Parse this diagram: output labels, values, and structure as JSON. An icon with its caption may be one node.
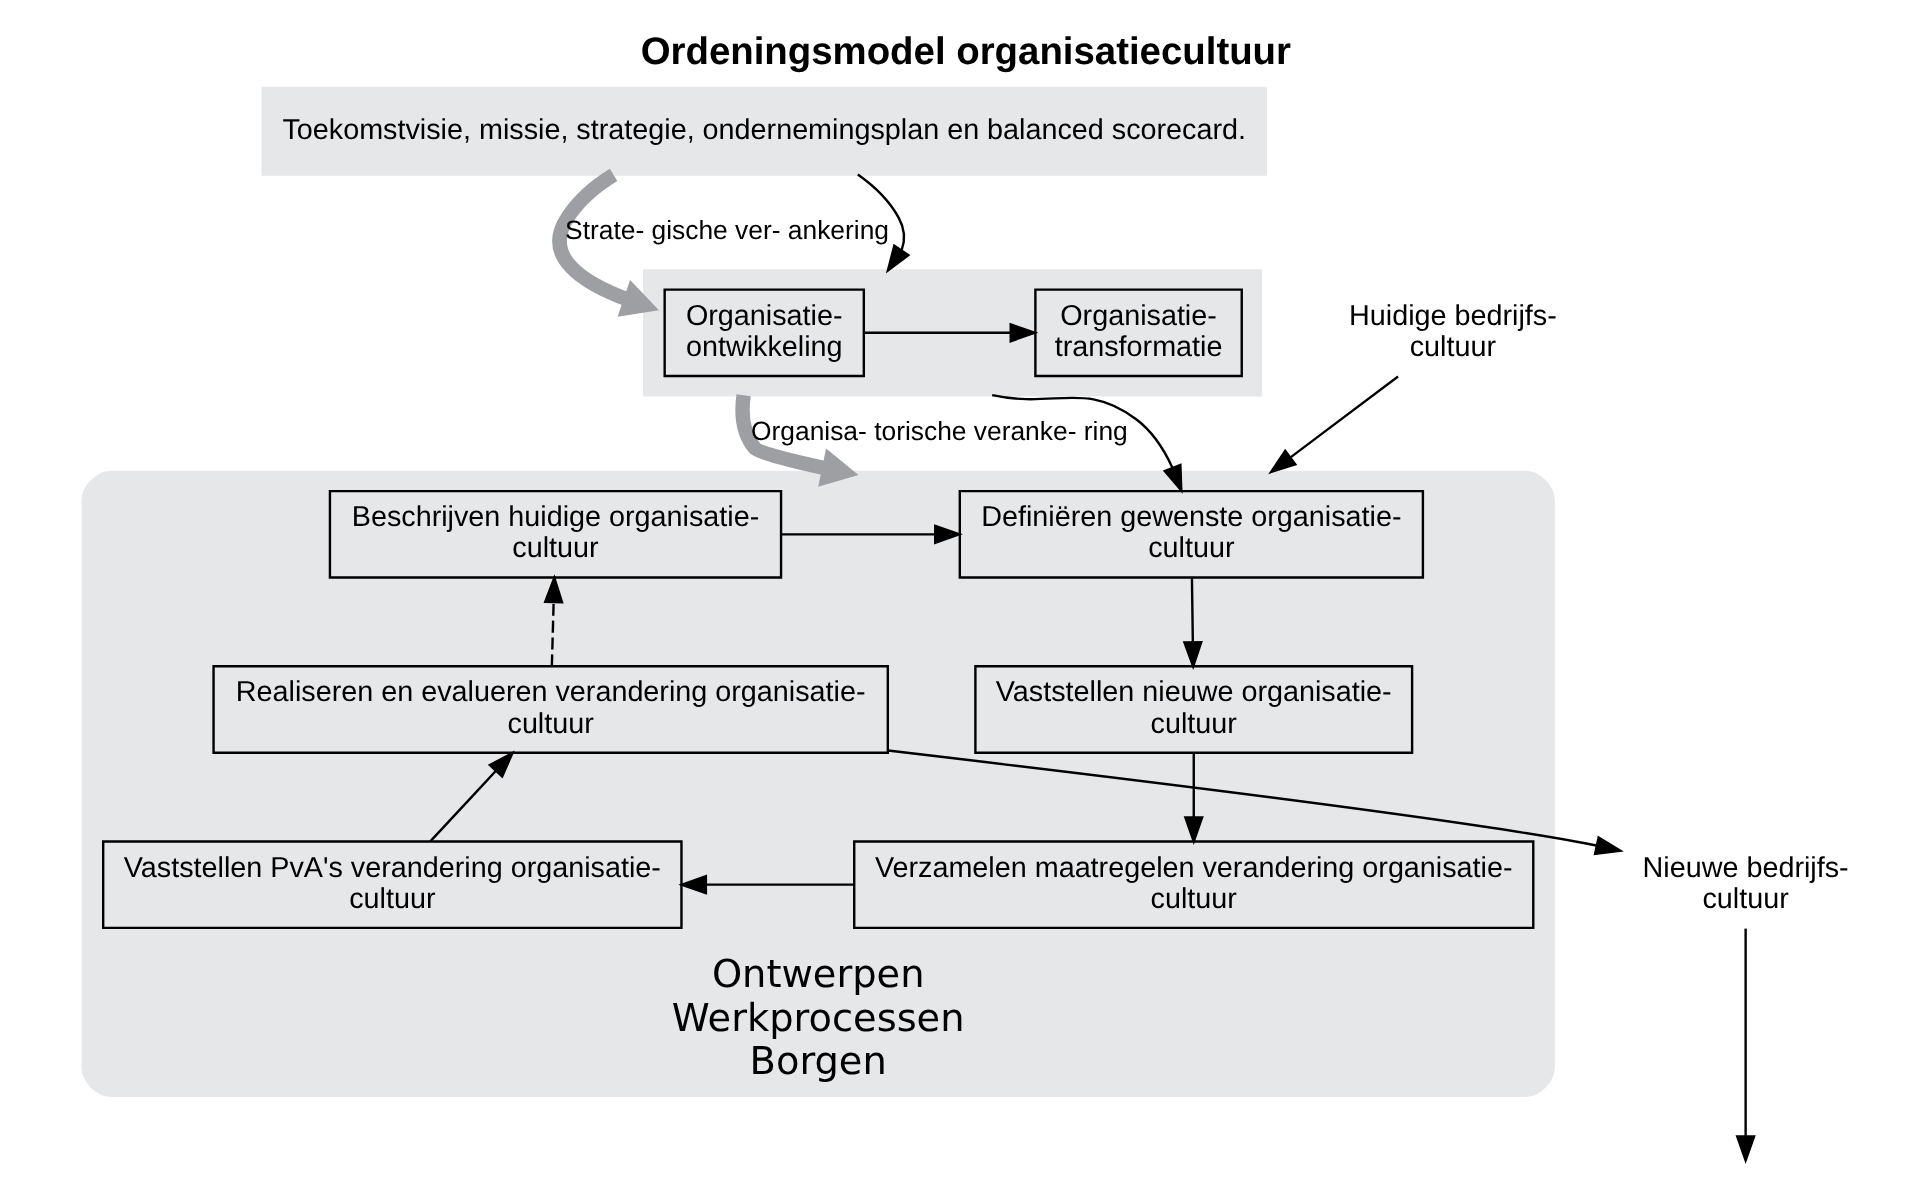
{
  "diagram": {
    "title": "Ordeningsmodel organisatiecultuur",
    "nodes": [
      {
        "text": [
          "Toekomstvisie, missie, strategie, ondernemingsplan en balanced scorecard."
        ]
      },
      {
        "text": [],
        "shape": "box"
      },
      {
        "text": [
          "Organisatie- ontwikkeling"
        ],
        "in": 1
      },
      {
        "text": [
          "Organisatie- transformatie"
        ],
        "in": 1
      },
      {
        "text": [
          "Ontwerpen",
          "Werkprocessen",
          "Borgen"
        ]
      },
      {
        "text": [
          "Definiëren gewenste organisatie- cultuur"
        ],
        "in": 4
      },
      {
        "text": [
          "Beschrijven huidige organisatie- cultuur"
        ],
        "in": 4
      },
      {
        "text": [
          "Vaststellen nieuwe organisatie- cultuur"
        ],
        "in": 4
      },
      {
        "text": [
          "Verzamelen maatregelen verandering organisatie- cultuur"
        ],
        "in": 4
      },
      {
        "text": [
          "Vaststellen PvA's verandering organisatie- cultuur"
        ],
        "in": 4
      },
      {
        "text": [
          "Realiseren en evalueren verandering organisatie- cultuur"
        ],
        "in": 4
      },
      {
        "text": [
          "Huidige bedrijfs- cultuur"
        ]
      },
      {
        "text": [
          "Nieuwe bedrijfs- cultuur"
        ]
      }
    ],
    "edges": [
      {
        "from": 0,
        "to": 1,
        "arrow": "to",
        "label": "Strate- gische ver- ankering",
        "style": "thick",
        "color": "#9d9fa2"
      },
      {
        "from": 0,
        "to": 1,
        "arrow": "to"
      },
      {
        "from": 2,
        "to": 3,
        "arrow": "to"
      },
      {
        "from": 1,
        "to": 4,
        "arrow": "to",
        "label": "Organisa- torische veranke- ring",
        "style": "thick",
        "color": "#9d9fa2"
      },
      {
        "from": 1,
        "to": 5,
        "arrow": "to"
      },
      {
        "from": 6,
        "to": 5,
        "arrow": "to"
      },
      {
        "from": 5,
        "to": 7,
        "arrow": "to"
      },
      {
        "from": 7,
        "to": 8,
        "arrow": "to"
      },
      {
        "from": 8,
        "to": 9,
        "arrow": "to"
      },
      {
        "from": 9,
        "to": 10,
        "arrow": "to"
      },
      {
        "from": 10,
        "to": 6,
        "arrow": "to",
        "style": "dashed"
      },
      {
        "from": 11,
        "to": 4,
        "arrow": "to"
      },
      {
        "from": 10,
        "to": 12,
        "arrow": "to"
      },
      {
        "from": 12,
        "to": null,
        "arrow": "to"
      }
    ]
  }
}
